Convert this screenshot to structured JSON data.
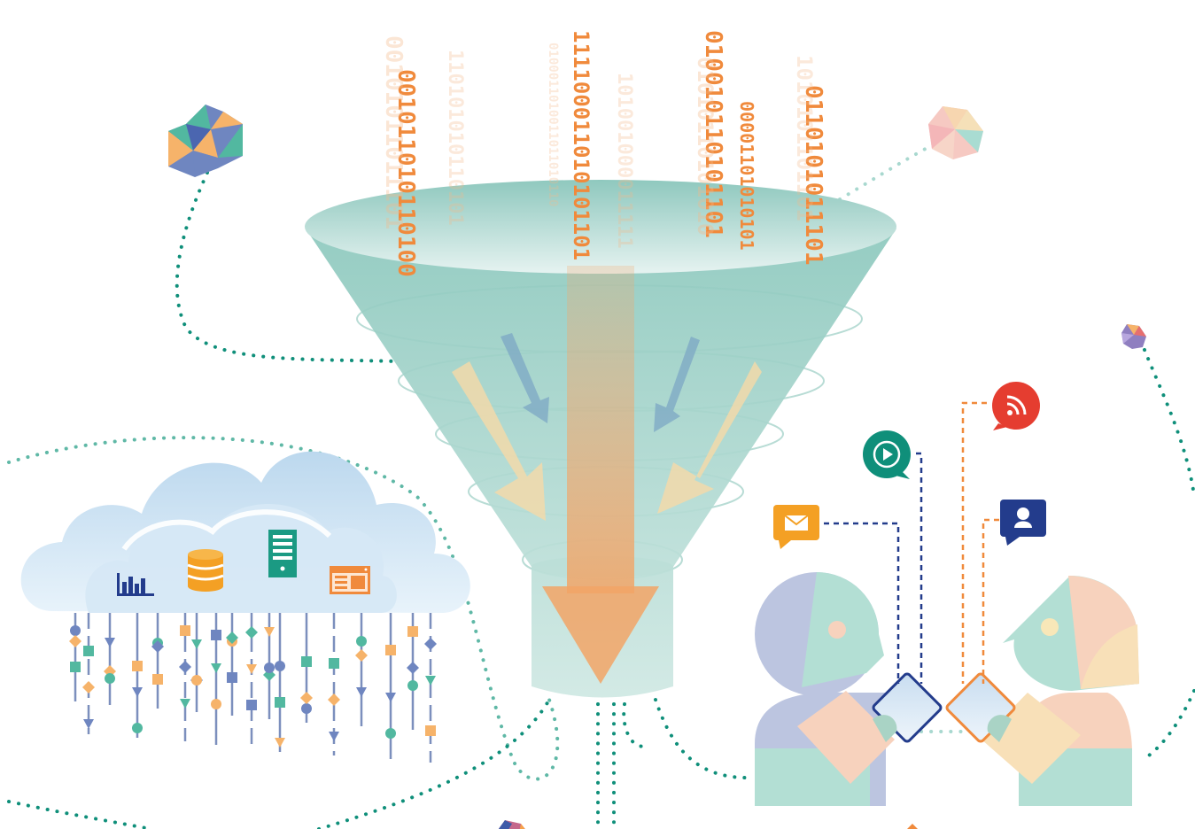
{
  "colors": {
    "teal": "#0f8f7a",
    "funnel": "#9fcfc6",
    "orange": "#f08a3c",
    "navy": "#233c8c",
    "red": "#e53d30",
    "amber": "#f4a024",
    "cloud": "#cfe3f2",
    "blue_grey": "#7c8fbd"
  },
  "binary_streams": [
    {
      "text": "001011010110100",
      "tone": "strong"
    },
    {
      "text": "00101011011101",
      "tone": "faint"
    },
    {
      "text": "110101010110101",
      "tone": "faint"
    },
    {
      "text": "0100011010011011010110",
      "tone": "faint"
    },
    {
      "text": "111100011010101101",
      "tone": "strong"
    },
    {
      "text": "101001000011111",
      "tone": "faint"
    },
    {
      "text": "010010110101101",
      "tone": "strong"
    },
    {
      "text": "01010110101010",
      "tone": "faint"
    },
    {
      "text": "00001101010101",
      "tone": "strong"
    },
    {
      "text": "0110101011101",
      "tone": "strong"
    },
    {
      "text": "1010101101101",
      "tone": "faint"
    }
  ],
  "icons": {
    "cloud_items": [
      "bar-chart-icon",
      "database-icon",
      "server-icon",
      "browser-window-icon"
    ],
    "social": [
      "rss-icon",
      "play-icon",
      "mail-icon",
      "user-chat-icon"
    ],
    "shapes": [
      "geometric-cube-icon",
      "pastel-gem-icon",
      "small-gem-icon"
    ]
  }
}
